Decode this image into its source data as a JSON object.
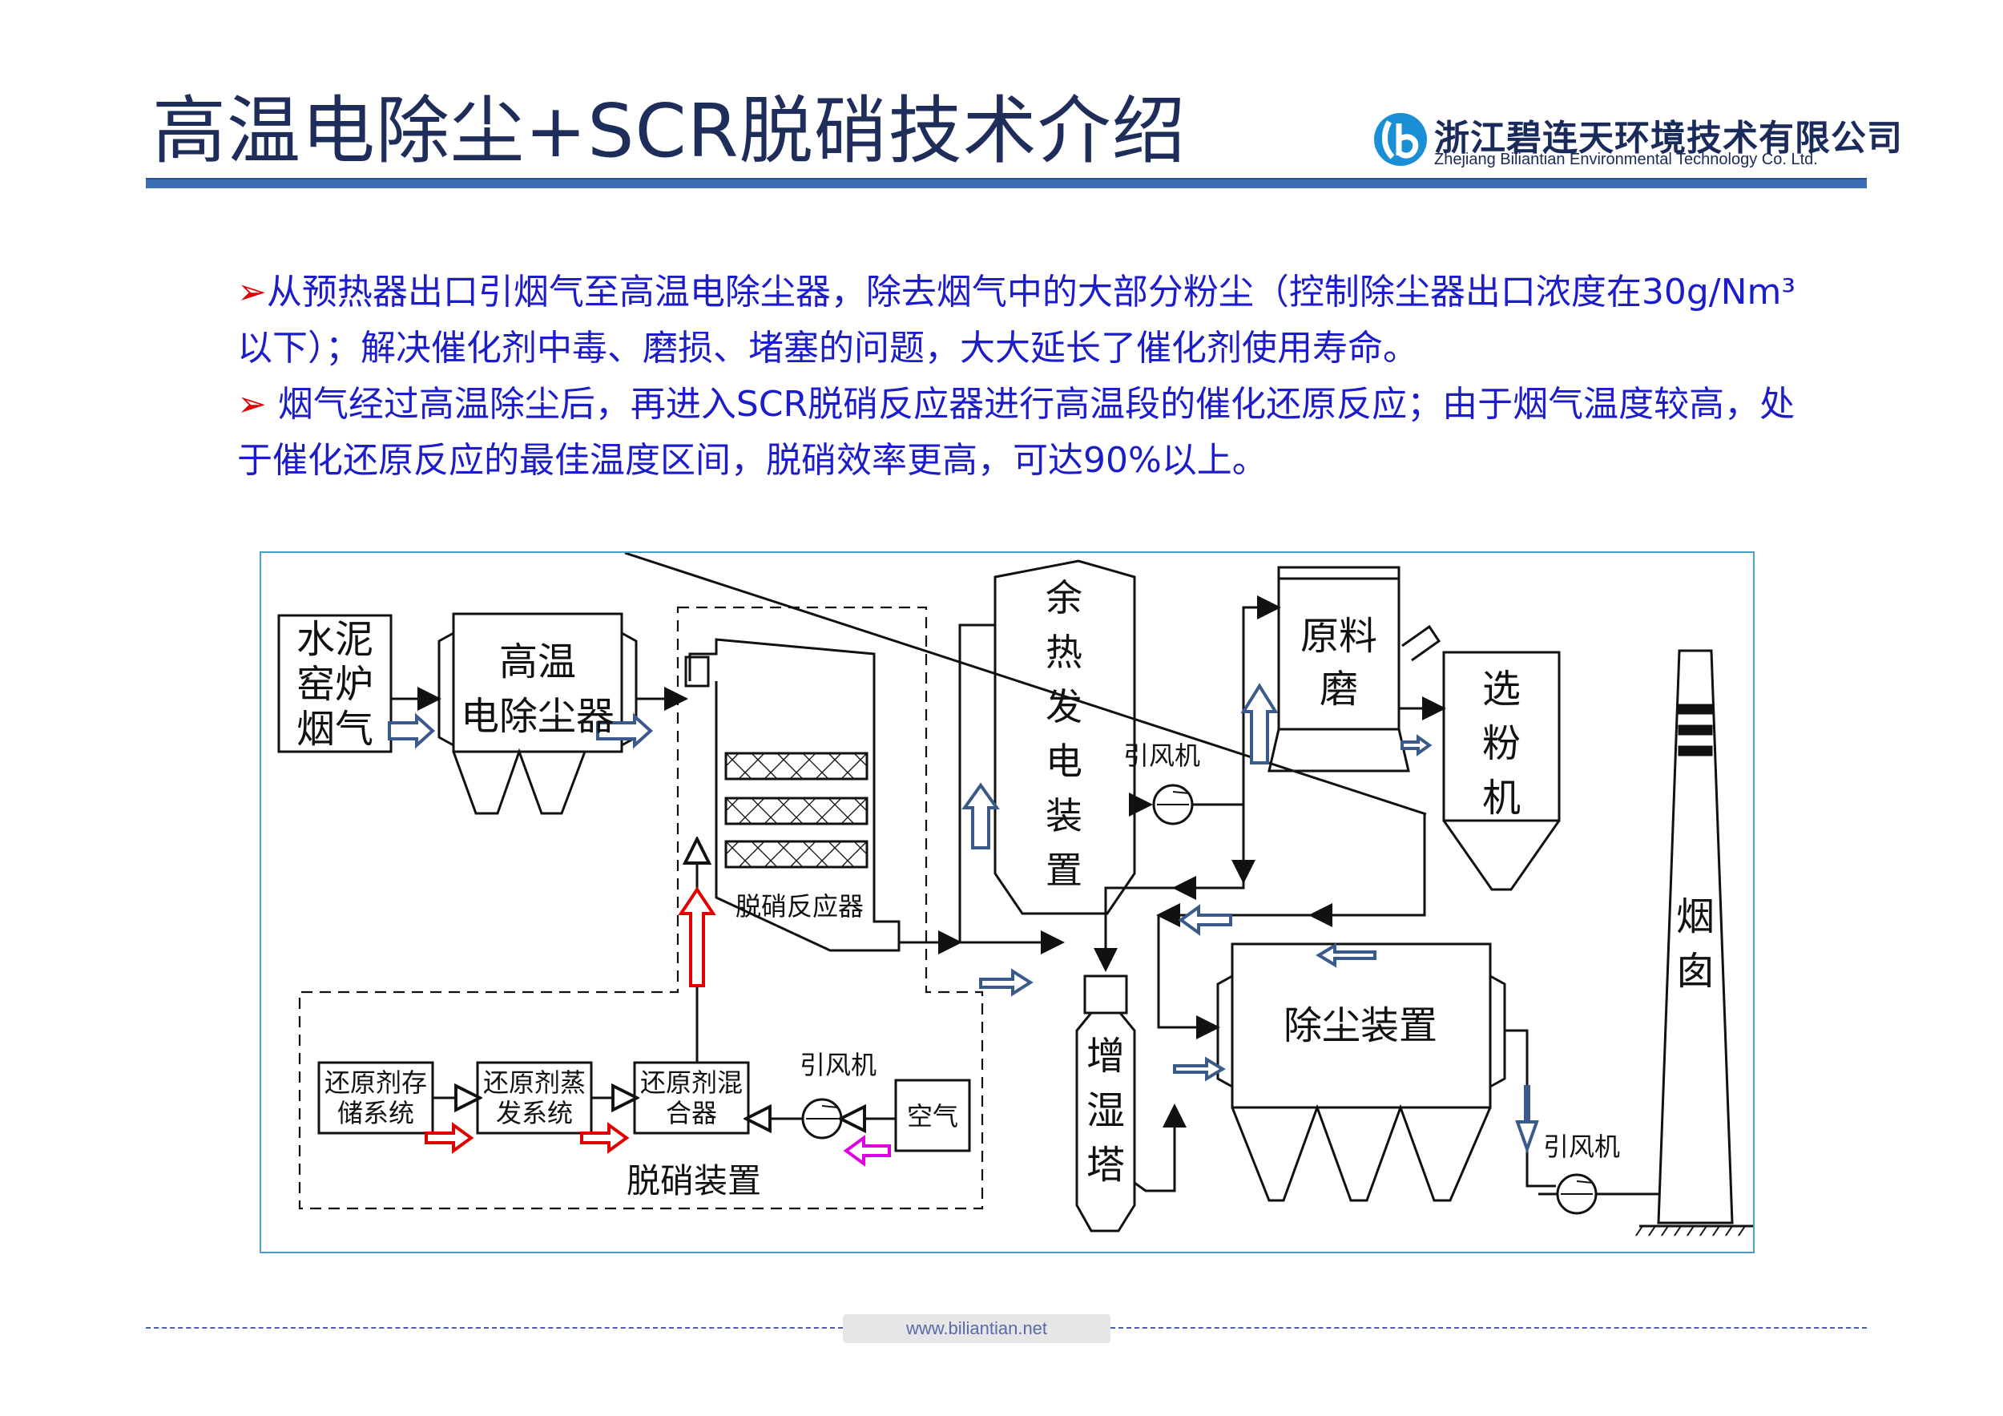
{
  "header": {
    "title": "高温电除尘+SCR脱硝技术介绍",
    "company_name": "浙江碧连天环境技术有限公司",
    "company_en": "Zhejiang Biliantian Environmental Technology Co. Ltd."
  },
  "bullets": [
    {
      "marker": "➢",
      "text": "从预热器出口引烟气至高温电除尘器，除去烟气中的大部分粉尘（控制除尘器出口浓度在30g/Nm³以下）；解决催化剂中毒、磨损、堵塞的问题，大大延长了催化剂使用寿命。"
    },
    {
      "marker": "➢",
      "text": " 烟气经过高温除尘后，再进入SCR脱硝反应器进行高温段的催化还原反应；由于烟气温度较高，处于催化还原反应的最佳温度区间，脱硝效率更高，可达90%以上。"
    }
  ],
  "diagram": {
    "kiln_gas": [
      "水泥",
      "窑炉",
      "烟气"
    ],
    "esp": [
      "高温",
      "电除尘器"
    ],
    "reactor": "脱硝反应器",
    "waste_heat": [
      "余",
      "热",
      "发",
      "电",
      "装",
      "置"
    ],
    "raw_mill": [
      "原料",
      "磨"
    ],
    "separator": [
      "选",
      "粉",
      "机"
    ],
    "chimney": [
      "烟",
      "囱"
    ],
    "fan_1": "引风机",
    "fan_2": "引风机",
    "fan_3": "引风机",
    "dust_collector": "除尘装置",
    "humidifier": [
      "增",
      "湿",
      "塔"
    ],
    "storage": [
      "还原剂存",
      "储系统"
    ],
    "evaporator": [
      "还原剂蒸",
      "发系统"
    ],
    "mixer": [
      "还原剂混",
      "合器"
    ],
    "air": "空气",
    "denox_unit": "脱硝装置",
    "colors": {
      "hollow_arrow": "#3a5a8c",
      "reductant_arrow": "#e00000",
      "air_arrow": "#e000e0",
      "frame": "#4aa0c8"
    }
  },
  "footer": {
    "url": "www.biliantian.net"
  }
}
